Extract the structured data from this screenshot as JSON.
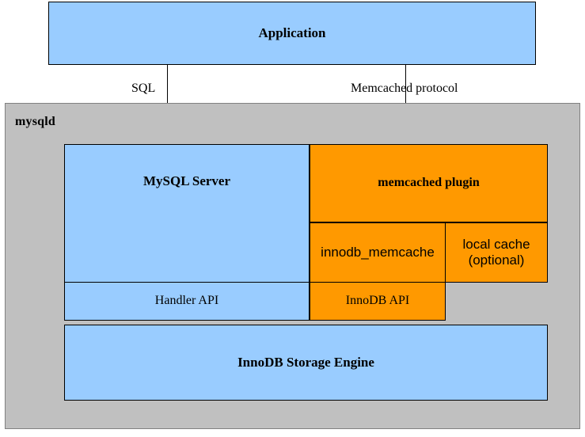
{
  "diagram": {
    "title_box": {
      "label": "Application"
    },
    "container": {
      "label": "mysqld"
    },
    "arrows": [
      {
        "name": "sql",
        "label": "SQL"
      },
      {
        "name": "memcached",
        "label": "Memcached protocol"
      }
    ],
    "blocks": {
      "mysql_server": "MySQL Server",
      "memcached_plugin": "memcached plugin",
      "innodb_memcache": "innodb_memcache",
      "local_cache_line1": "local cache",
      "local_cache_line2": "(optional)",
      "handler_api": "Handler API",
      "innodb_api": "InnoDB API",
      "innodb_storage_engine": "InnoDB Storage Engine"
    }
  },
  "colors": {
    "blue": "#99ccff",
    "orange": "#ff9900",
    "gray": "#c0c0c0",
    "outline": "#000000",
    "background": "#ffffff"
  }
}
